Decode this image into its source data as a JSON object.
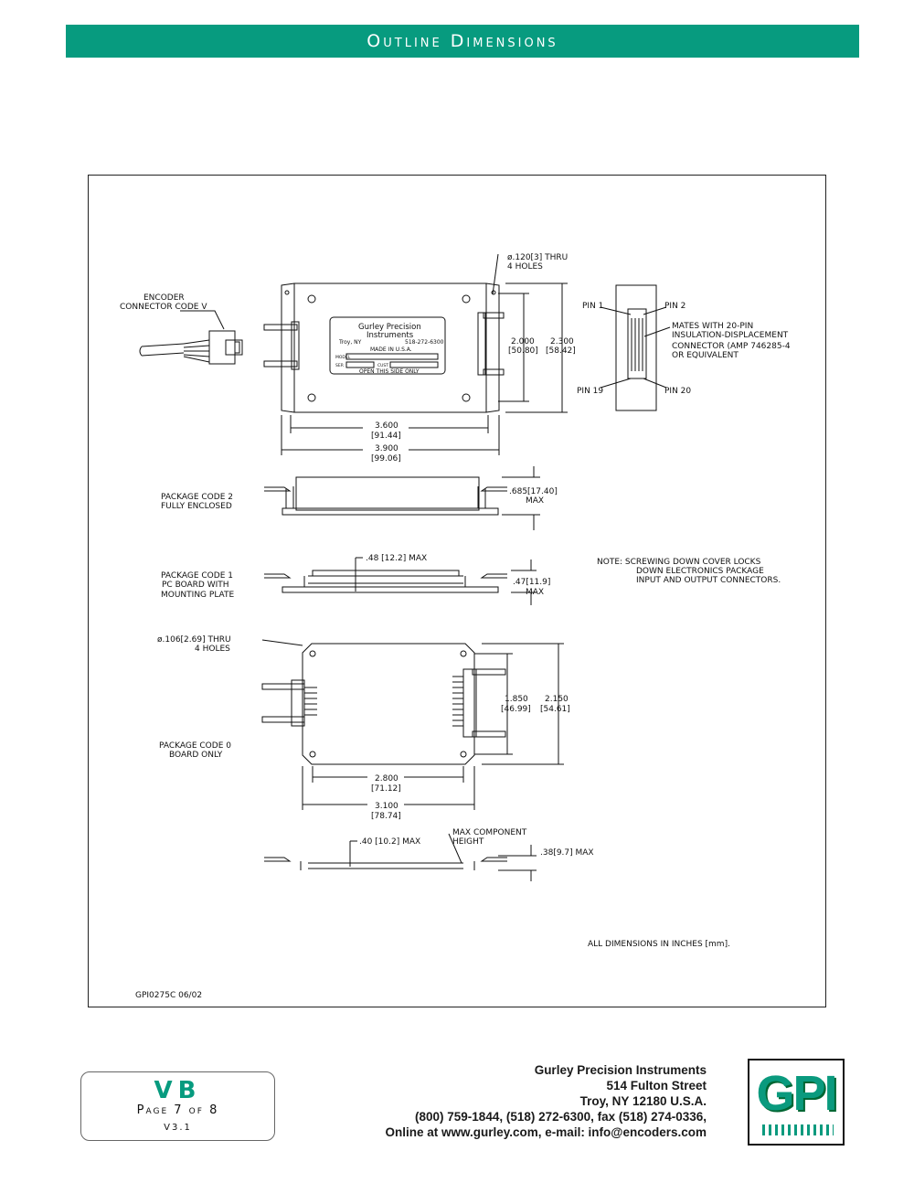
{
  "header": {
    "title": "Outline Dimensions"
  },
  "drawing": {
    "top_view": {
      "connector_label_1": "ENCODER",
      "connector_label_2": "CONNECTOR CODE V",
      "hole_label_1": "ø.120[3] THRU",
      "hole_label_2": "4 HOLES",
      "nameplate": {
        "brand_1": "Gurley Precision",
        "brand_2": "Instruments",
        "city": "Troy, NY",
        "phone": "518-272-6300",
        "made_in": "MADE IN U.S.A.",
        "model": "MODEL",
        "ser": "SER",
        "cust": "CUST",
        "open": "OPEN THIS SIDE ONLY"
      },
      "dim_height_inner": "2.000",
      "dim_height_inner_mm": "[50.80]",
      "dim_height_outer": "2.300",
      "dim_height_outer_mm": "[58.42]",
      "dim_width_inner": "3.600",
      "dim_width_inner_mm": "[91.44]",
      "dim_width_outer": "3.900",
      "dim_width_outer_mm": "[99.06]"
    },
    "pin_view": {
      "pin1": "PIN 1",
      "pin2": "PIN 2",
      "pin19": "PIN 19",
      "pin20": "PIN 20",
      "mates_1": "MATES WITH 20-PIN",
      "mates_2": "INSULATION-DISPLACEMENT",
      "mates_3": "CONNECTOR (AMP 746285-4",
      "mates_4": "OR EQUIVALENT"
    },
    "package_2": {
      "label_1": "PACKAGE CODE 2",
      "label_2": "FULLY ENCLOSED",
      "dim": ".685[17.40]",
      "dim_max": "MAX"
    },
    "package_1": {
      "label_1": "PACKAGE CODE 1",
      "label_2": "PC BOARD WITH",
      "label_3": "MOUNTING PLATE",
      "dim_top": ".48  [12.2] MAX",
      "dim_side": ".47[11.9]",
      "dim_side_max": "MAX"
    },
    "note": {
      "line_1": "NOTE:  SCREWING DOWN COVER LOCKS",
      "line_2": "DOWN ELECTRONICS PACKAGE",
      "line_3": "INPUT AND OUTPUT CONNECTORS."
    },
    "package_0": {
      "hole_label_1": "ø.106[2.69] THRU",
      "hole_label_2": "4 HOLES",
      "label_1": "PACKAGE CODE  0",
      "label_2": "BOARD ONLY",
      "dim_height_inner": "1.850",
      "dim_height_inner_mm": "[46.99]",
      "dim_height_outer": "2.150",
      "dim_height_outer_mm": "[54.61]",
      "dim_width_inner": "2.800",
      "dim_width_inner_mm": "[71.12]",
      "dim_width_outer": "3.100",
      "dim_width_outer_mm": "[78.74]"
    },
    "side_0": {
      "dim_top": ".40  [10.2] MAX",
      "max_comp_1": "MAX COMPONENT",
      "max_comp_2": "HEIGHT",
      "dim_side": ".38[9.7]  MAX"
    },
    "all_dims": "ALL DIMENSIONS IN INCHES [mm].",
    "drawing_id": "GPI0275C  06/02"
  },
  "footer": {
    "badge_model": "VB",
    "badge_page": "Page 7 of 8",
    "badge_version": "V3.1",
    "company": "Gurley Precision Instruments",
    "street": "514 Fulton Street",
    "city": "Troy, NY 12180 U.S.A.",
    "phones": "(800) 759-1844, (518) 272-6300, fax (518) 274-0336,",
    "online": "Online at www.gurley.com, e-mail: info@encoders.com",
    "logo_text": "GPI"
  },
  "colors": {
    "accent": "#079b7f",
    "logo_green": "#0a9a7e"
  }
}
